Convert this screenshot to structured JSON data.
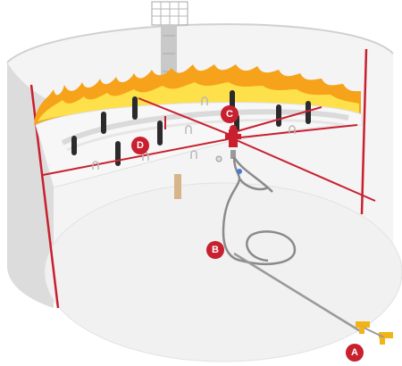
{
  "diagram": {
    "markers": [
      {
        "id": "A",
        "label": "A"
      },
      {
        "id": "B",
        "label": "B"
      },
      {
        "id": "C",
        "label": "C"
      },
      {
        "id": "D",
        "label": "D"
      }
    ],
    "colors": {
      "accent_red": "#c8202f",
      "tank_wall": "#efefef",
      "tank_shadow": "#d6d6d6",
      "floor": "#f3f3f3",
      "flame_outer": "#f6a21a",
      "flame_inner": "#fde04a",
      "pontoon": "#2b2b2b",
      "hose": "#8a8a8a",
      "pipe_fitting": "#f2b318",
      "column": "#c9c9c9",
      "support_post": "#d8b48a"
    },
    "icons": [
      "flame-icon",
      "hose-reel-icon",
      "valve-icon",
      "nozzle-icon",
      "rolling-ladder-icon"
    ]
  }
}
